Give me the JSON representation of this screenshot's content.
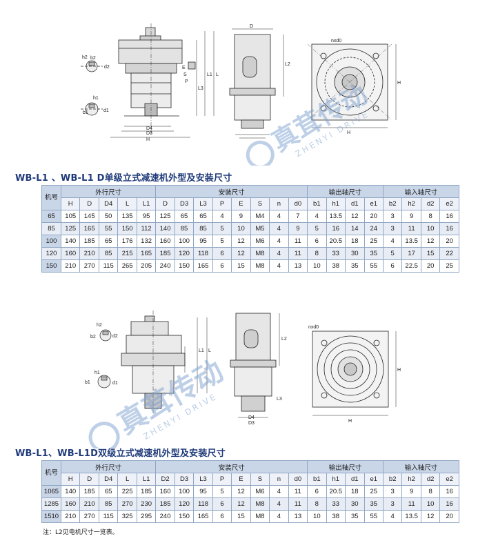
{
  "section1": {
    "title": "WB-L1 、WB-L1 D单级立式减速机外型及安装尺寸",
    "jihao": "机号",
    "groups": [
      "外行尺寸",
      "安装尺寸",
      "输出轴尺寸",
      "输入轴尺寸"
    ],
    "columns": [
      "H",
      "D",
      "D4",
      "L",
      "L1",
      "D",
      "D3",
      "L3",
      "P",
      "E",
      "S",
      "n",
      "d0",
      "b1",
      "h1",
      "d1",
      "e1",
      "b2",
      "h2",
      "d2",
      "e2"
    ],
    "rows": [
      [
        "65",
        "105",
        "145",
        "50",
        "135",
        "95",
        "125",
        "65",
        "65",
        "4",
        "9",
        "M4",
        "4",
        "7",
        "4",
        "13.5",
        "12",
        "20",
        "3",
        "9",
        "8",
        "16"
      ],
      [
        "85",
        "125",
        "165",
        "55",
        "150",
        "112",
        "140",
        "85",
        "85",
        "5",
        "10",
        "M5",
        "4",
        "9",
        "5",
        "16",
        "14",
        "24",
        "3",
        "11",
        "10",
        "16"
      ],
      [
        "100",
        "140",
        "185",
        "65",
        "176",
        "132",
        "160",
        "100",
        "95",
        "5",
        "12",
        "M6",
        "4",
        "11",
        "6",
        "20.5",
        "18",
        "25",
        "4",
        "13.5",
        "12",
        "20"
      ],
      [
        "120",
        "160",
        "210",
        "85",
        "215",
        "165",
        "185",
        "120",
        "118",
        "6",
        "12",
        "M8",
        "4",
        "11",
        "8",
        "33",
        "30",
        "35",
        "5",
        "17",
        "15",
        "22"
      ],
      [
        "150",
        "210",
        "270",
        "115",
        "265",
        "205",
        "240",
        "150",
        "165",
        "6",
        "15",
        "M8",
        "4",
        "13",
        "10",
        "38",
        "35",
        "55",
        "6",
        "22.5",
        "20",
        "25"
      ]
    ]
  },
  "section2": {
    "title": "WB-L1、WB-L1D双级立式减速机外型及安装尺寸",
    "jihao": "机号",
    "groups": [
      "外行尺寸",
      "安装尺寸",
      "输出轴尺寸",
      "输入轴尺寸"
    ],
    "columns": [
      "H",
      "D",
      "D4",
      "L",
      "L1",
      "D2",
      "D3",
      "L3",
      "P",
      "E",
      "S",
      "n",
      "d0",
      "b1",
      "h1",
      "d1",
      "e1",
      "b2",
      "h2",
      "d2",
      "e2"
    ],
    "rows": [
      [
        "1065",
        "140",
        "185",
        "65",
        "225",
        "185",
        "160",
        "100",
        "95",
        "5",
        "12",
        "M6",
        "4",
        "11",
        "6",
        "20.5",
        "18",
        "25",
        "3",
        "9",
        "8",
        "16"
      ],
      [
        "1285",
        "160",
        "210",
        "85",
        "270",
        "230",
        "185",
        "120",
        "118",
        "6",
        "12",
        "M8",
        "4",
        "11",
        "8",
        "33",
        "30",
        "35",
        "3",
        "11",
        "10",
        "16"
      ],
      [
        "1510",
        "210",
        "270",
        "115",
        "325",
        "295",
        "240",
        "150",
        "165",
        "6",
        "15",
        "M8",
        "4",
        "13",
        "10",
        "38",
        "35",
        "55",
        "4",
        "13.5",
        "12",
        "20"
      ]
    ]
  },
  "note": "注：L2见电机尺寸一览表。",
  "watermark": {
    "brand_cn": "真茸传动",
    "brand_en": "ZHENYI DRIVE"
  },
  "drawing_labels": {
    "top": [
      "D",
      "L2",
      "L1",
      "L",
      "L3",
      "E",
      "S",
      "P",
      "D4",
      "D3",
      "H",
      "h2",
      "b2",
      "d2",
      "h1",
      "b1",
      "d1",
      "nxd0",
      "H"
    ],
    "bottom": [
      "h2",
      "b2",
      "d2",
      "h1",
      "b1",
      "d1",
      "L2",
      "L1",
      "L",
      "L3",
      "D4",
      "D3",
      "nxd0",
      "H",
      "H"
    ]
  }
}
